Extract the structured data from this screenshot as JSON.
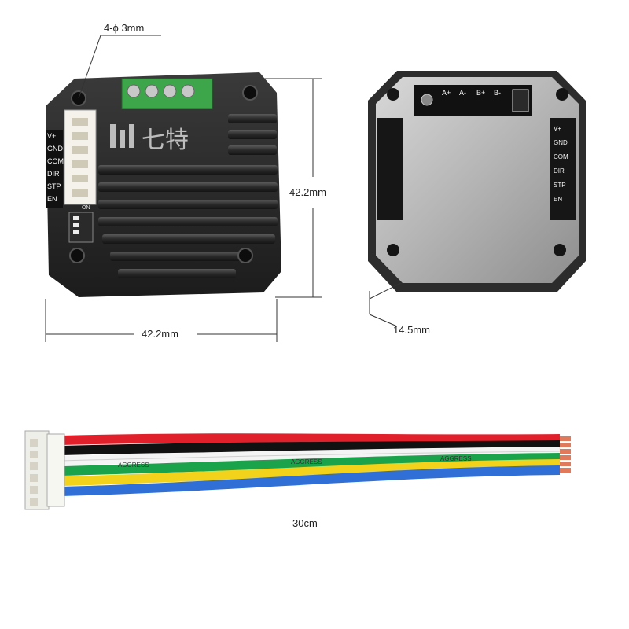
{
  "dimensions": {
    "hole_label": "4-ϕ 3mm",
    "height_label": "42.2mm",
    "width_label": "42.2mm",
    "depth_label": "14.5mm",
    "cable_length_label": "30cm"
  },
  "front_module": {
    "pin_labels": [
      "V+",
      "GND",
      "COM",
      "DIR",
      "STP",
      "EN"
    ],
    "logo_text": "七特",
    "dip_label": "ON"
  },
  "back_module": {
    "terminal_labels": [
      "A+",
      "A-",
      "B+",
      "B-"
    ],
    "side_labels": [
      "V+",
      "GND",
      "COM",
      "DIR",
      "STP",
      "EN"
    ]
  },
  "cable": {
    "wire_colors": [
      "#e0202a",
      "#111111",
      "#f4f4f4",
      "#1aa34a",
      "#f2d21a",
      "#2f6fd6"
    ],
    "print_text": "AGGRESS"
  }
}
